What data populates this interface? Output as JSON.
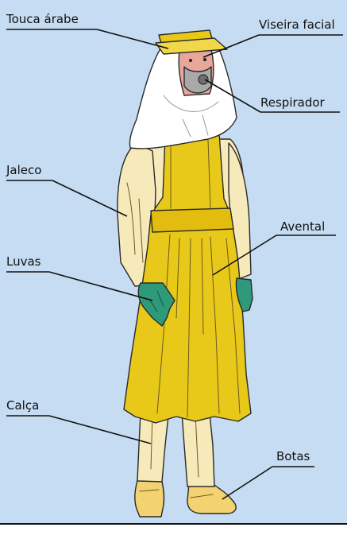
{
  "labels": {
    "touca": "Touca árabe",
    "viseira": "Viseira facial",
    "respirador": "Respirador",
    "jaleco": "Jaleco",
    "avental": "Avental",
    "luvas": "Luvas",
    "calca": "Calça",
    "botas": "Botas"
  },
  "colors": {
    "background": "#c5dcf2",
    "apron": "#e8c818",
    "cream": "#f7eaba",
    "hood": "#ffffff",
    "glove": "#2f9a79",
    "respirator": "#a9a9a9",
    "skin": "#e7a79a",
    "floor_line": "#111111"
  }
}
